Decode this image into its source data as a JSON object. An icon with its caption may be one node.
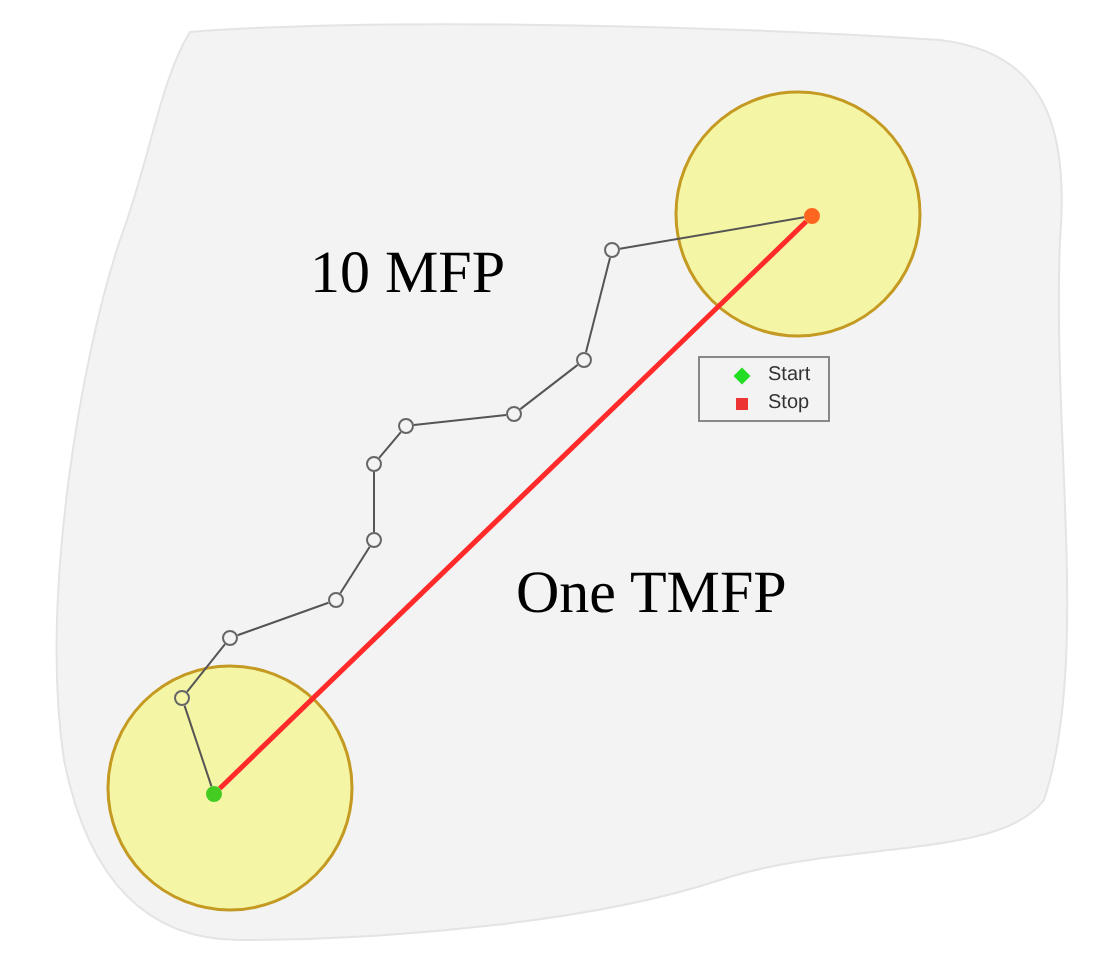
{
  "diagram": {
    "nodes": [
      {
        "text": [],
        "shape": "circle"
      },
      {
        "text": [],
        "shape": "circle"
      },
      {
        "text": [],
        "shape": "circle"
      },
      {
        "text": [],
        "shape": "circle"
      },
      {
        "text": [],
        "shape": "circle"
      },
      {
        "text": [],
        "shape": "circle"
      },
      {
        "text": [],
        "shape": "circle"
      },
      {
        "text": [],
        "shape": "circle"
      },
      {
        "text": [],
        "shape": "circle"
      },
      {
        "text": [],
        "shape": "circle"
      },
      {
        "text": [],
        "shape": "circle"
      }
    ],
    "edges": [
      {
        "from": 0,
        "to": 1,
        "arrow": "none"
      },
      {
        "from": 1,
        "to": 2,
        "arrow": "none"
      },
      {
        "from": 2,
        "to": 3,
        "arrow": "none"
      },
      {
        "from": 3,
        "to": 4,
        "arrow": "none"
      },
      {
        "from": 4,
        "to": 5,
        "arrow": "none"
      },
      {
        "from": 5,
        "to": 6,
        "arrow": "none"
      },
      {
        "from": 6,
        "to": 7,
        "arrow": "none"
      },
      {
        "from": 7,
        "to": 8,
        "arrow": "none"
      },
      {
        "from": 8,
        "to": 9,
        "arrow": "none"
      },
      {
        "from": 9,
        "to": 10,
        "arrow": "none"
      },
      {
        "from": 0,
        "to": 10,
        "arrow": "none",
        "style": "thick",
        "color": "#ff2a2a"
      }
    ],
    "labels": [
      "10 MFP",
      "One TMFP"
    ],
    "legend": [
      {
        "text": "Start",
        "color": "#22dd22"
      },
      {
        "text": "Stop",
        "color": "#ee3333"
      }
    ]
  }
}
